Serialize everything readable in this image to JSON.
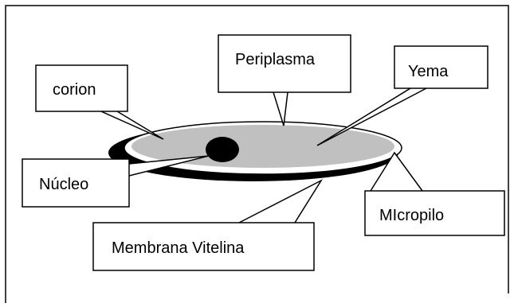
{
  "labels": {
    "corion": "corion",
    "periplasma": "Periplasma",
    "yema": "Yema",
    "nucleo": "Núcleo",
    "micropilo": "MIcropilo",
    "membrana": "Membrana Vitelina"
  },
  "colors": {
    "line": "#000000",
    "callout_fill": "#ffffff",
    "yolk_fill": "#c0c0c0",
    "chorion_fill": "#000000",
    "nucleus_fill": "#000000"
  }
}
